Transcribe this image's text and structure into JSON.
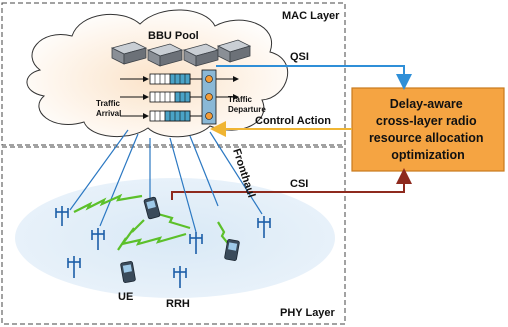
{
  "layers": {
    "mac": "MAC Layer",
    "phy": "PHY Layer"
  },
  "pool": {
    "title": "BBU Pool",
    "traffic_arrival": [
      "Traffic",
      "Arrival"
    ],
    "traffic_departure": [
      "Traffic",
      "Departure"
    ]
  },
  "signals": {
    "qsi": "QSI",
    "control_action": "Control Action",
    "csi": "CSI",
    "fronthaul": "Fronthaul"
  },
  "optimizer": {
    "lines": [
      "Delay-aware",
      "cross-layer radio",
      "resource allocation",
      "optimization"
    ]
  },
  "devices": {
    "ue": "UE",
    "rrh": "RRH"
  },
  "colors": {
    "optimizer_fill": "#f5a442",
    "optimizer_stroke": "#c97a1d",
    "qsi_arrow": "#2f8fd8",
    "control_arrow": "#f0b533",
    "csi_arrow": "#8e2a1e",
    "wireless": "#5cc02a",
    "fronthaul": "#2b78c2",
    "tower": "#1c5ea8",
    "queue": "#4aa3c7"
  }
}
